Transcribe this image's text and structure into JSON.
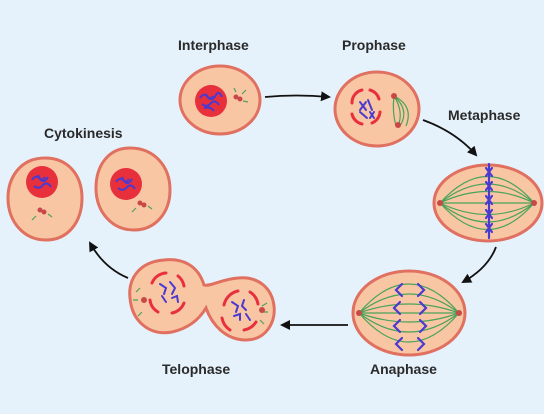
{
  "stages": {
    "interphase": "Interphase",
    "prophase": "Prophase",
    "metaphase": "Metaphase",
    "anaphase": "Anaphase",
    "telophase": "Telophase",
    "cytokinesis": "Cytokinesis"
  },
  "colors": {
    "background": "#e6f2fb",
    "cell_fill": "#f9c6a4",
    "cell_border": "#e07060",
    "nucleus": "#e8303c",
    "chromosome": "#4a3ad0",
    "spindle": "#4aa35a",
    "centrosome": "#c84848",
    "arrow": "#111111"
  }
}
